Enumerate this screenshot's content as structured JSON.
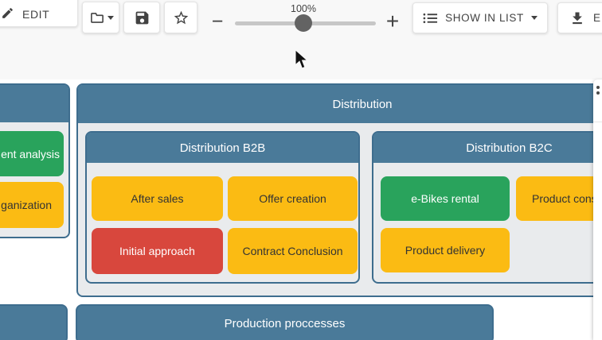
{
  "toolbar": {
    "edit": {
      "label": "EDIT",
      "icon": "pencil-icon"
    },
    "zoom": {
      "level": "100%",
      "minus_label": "−",
      "plus_label": "+"
    },
    "show_in_list": {
      "label": "SHOW IN LIST"
    },
    "export": {
      "visible_label": "E"
    }
  },
  "canvas": {
    "left_group": {
      "items": [
        {
          "label": "ent analysis",
          "bg": "#29a35c",
          "fg": "#ffffff"
        },
        {
          "label": "ganization",
          "bg": "#fbbb13",
          "fg": "#333333"
        }
      ]
    },
    "distribution": {
      "title": "Distribution",
      "b2b": {
        "title": "Distribution B2B",
        "items": [
          {
            "label": "After sales",
            "bg": "#fbbb13",
            "fg": "#333333"
          },
          {
            "label": "Offer creation",
            "bg": "#fbbb13",
            "fg": "#333333"
          },
          {
            "label": "Initial approach",
            "bg": "#d8473d",
            "fg": "#ffffff"
          },
          {
            "label": "Contract Conclusion",
            "bg": "#fbbb13",
            "fg": "#333333"
          }
        ]
      },
      "b2c": {
        "title": "Distribution B2C",
        "items": [
          {
            "label": "e-Bikes rental",
            "bg": "#29a35c",
            "fg": "#ffffff"
          },
          {
            "label": "Product consu",
            "bg": "#fbbb13",
            "fg": "#333333"
          },
          {
            "label": "Product delivery",
            "bg": "#fbbb13",
            "fg": "#333333"
          }
        ]
      }
    },
    "production": {
      "title": "Production proccesses"
    }
  },
  "palette": {
    "container_header_blue": "#4a7a99",
    "container_border_blue": "#3e6d8e",
    "container_body_gray": "#e9ebed",
    "node_yellow": "#fbbb13",
    "node_green": "#29a35c",
    "node_red": "#d8473d",
    "toolbar_icon_gray": "#424242"
  }
}
